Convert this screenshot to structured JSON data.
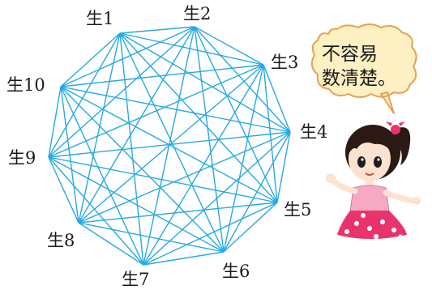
{
  "diagram": {
    "type": "complete-graph",
    "edge_color": "#27a9e1",
    "nodes": [
      {
        "id": 1,
        "label": "生1"
      },
      {
        "id": 2,
        "label": "生2"
      },
      {
        "id": 3,
        "label": "生3"
      },
      {
        "id": 4,
        "label": "生4"
      },
      {
        "id": 5,
        "label": "生5"
      },
      {
        "id": 6,
        "label": "生6"
      },
      {
        "id": 7,
        "label": "生7"
      },
      {
        "id": 8,
        "label": "生8"
      },
      {
        "id": 9,
        "label": "生9"
      },
      {
        "id": 10,
        "label": "生10"
      }
    ]
  },
  "speech_bubble": {
    "line1": "不容易",
    "line2": "数清楚。",
    "fill": "#fdf0c2",
    "stroke": "#e5a15a"
  },
  "character": {
    "description_icon": "girl-pointing-icon",
    "shirt_color": "#f6a9c4",
    "skirt_color": "#e8336d"
  }
}
